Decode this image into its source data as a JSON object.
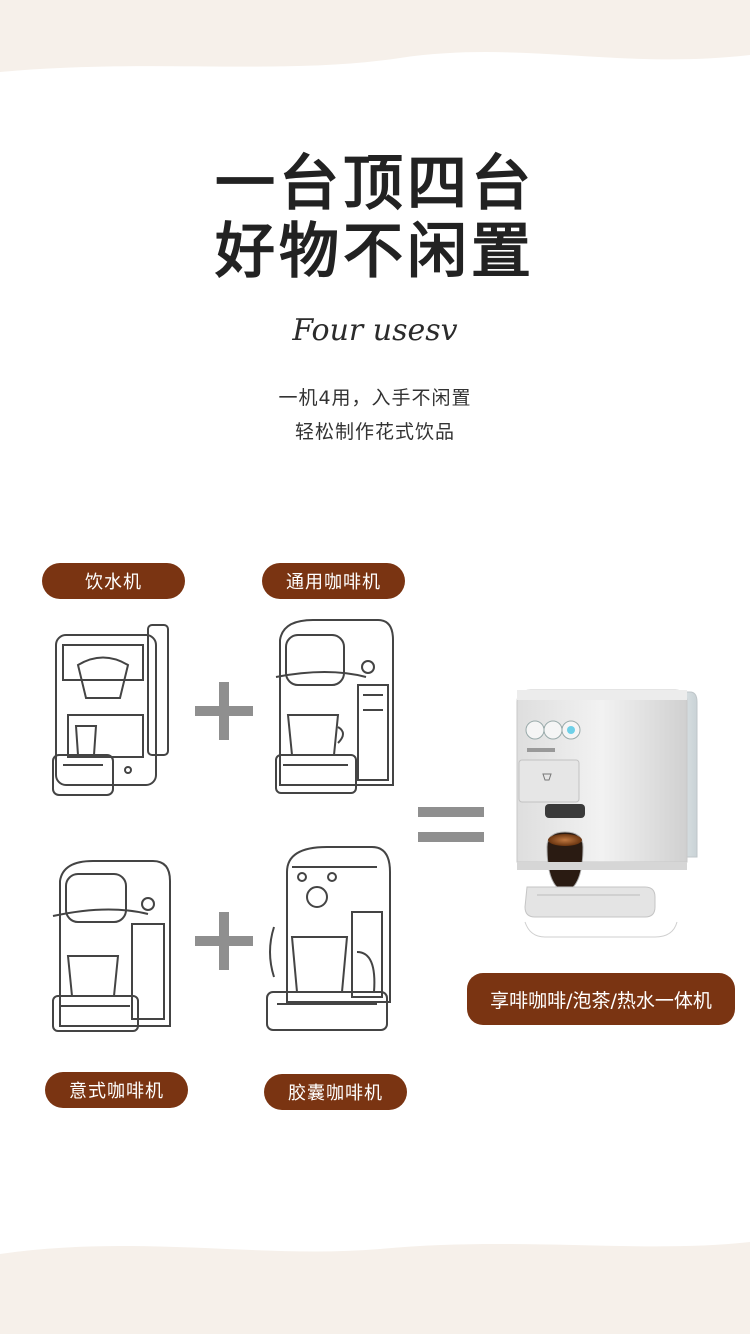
{
  "headline": {
    "line1": "一台顶四台",
    "line2": "好物不闲置"
  },
  "subtitle": "Four usesv",
  "description": {
    "line1": "一机4用，入手不闲置",
    "line2": "轻松制作花式饮品"
  },
  "machines": [
    {
      "label": "饮水机",
      "icon": "water-dispenser-icon"
    },
    {
      "label": "通用咖啡机",
      "icon": "universal-coffee-machine-icon"
    },
    {
      "label": "意式咖啡机",
      "icon": "espresso-machine-icon"
    },
    {
      "label": "胶囊咖啡机",
      "icon": "capsule-coffee-machine-icon"
    }
  ],
  "result": {
    "label": "享啡咖啡/泡茶/热水一体机",
    "icon": "all-in-one-machine-icon"
  },
  "colors": {
    "accent": "#7a3412",
    "wave": "#f6f0ea",
    "symbol": "#8f8f8f"
  }
}
